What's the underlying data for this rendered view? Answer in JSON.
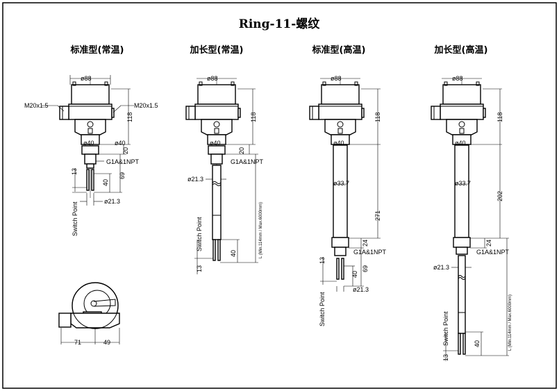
{
  "title": "Ring-11-螺纹",
  "variants": [
    {
      "name": "标准型(常温)",
      "dia_head": "ø88",
      "thread_left": "M20x1.5",
      "thread_right": "M20x1.5",
      "dia_collar": "ø40",
      "dia_collar2": "ø40",
      "h_head": "118",
      "h_nut": "20",
      "process_thread": "G1A&1NPT",
      "h_total": "69",
      "h_fork": "40",
      "h_switch": "13",
      "dia_fork": "ø21.3",
      "switch_point": "Switch Point"
    },
    {
      "name": "加长型(常温)",
      "dia_head": "ø88",
      "dia_collar": "ø40",
      "h_head": "118",
      "h_nut": "20",
      "process_thread": "G1A&1NPT",
      "dia_rod": "ø21.3",
      "length": "L (Min.114mm / Max.6000mm)",
      "h_fork": "40",
      "h_switch": "13",
      "switch_point": "Switch Point"
    },
    {
      "name": "标准型(高温)",
      "dia_head": "ø88",
      "dia_collar": "ø40",
      "h_head": "118",
      "h_ext": "271",
      "dia_tube": "ø33.7",
      "h_nut": "24",
      "process_thread": "G1A&1NPT",
      "h_total": "69",
      "h_fork": "40",
      "h_switch": "13",
      "dia_fork": "ø21.3",
      "switch_point": "Switch Point"
    },
    {
      "name": "加长型(高温)",
      "dia_head": "ø88",
      "dia_collar": "ø40",
      "h_head": "118",
      "h_ext": "202",
      "dia_tube": "ø33.7",
      "h_nut": "24",
      "process_thread": "G1A&1NPT",
      "dia_rod": "ø21.3",
      "length": "L (Min.114mm / Max.6000mm)",
      "h_fork": "40",
      "h_switch": "13",
      "switch_point": "Switch Point"
    }
  ],
  "top_view": {
    "dim_left": "71",
    "dim_right": "49"
  }
}
